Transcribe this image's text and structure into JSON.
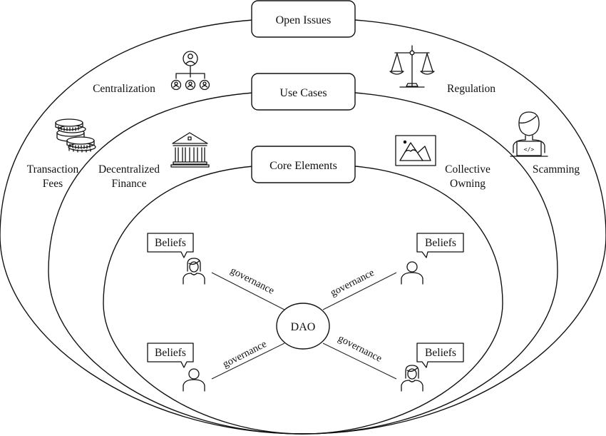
{
  "diagram": {
    "title": "DAO layered overview",
    "layers": [
      {
        "id": "open_issues",
        "label": "Open Issues",
        "items": [
          {
            "label_lines": [
              "Centralization"
            ],
            "icon": "org-hierarchy-icon"
          },
          {
            "label_lines": [
              "Regulation"
            ],
            "icon": "scales-icon"
          },
          {
            "label_lines": [
              "Transaction",
              "Fees"
            ],
            "icon": "coins-icon"
          },
          {
            "label_lines": [
              "Scamming"
            ],
            "icon": "hacker-laptop-icon"
          }
        ]
      },
      {
        "id": "use_cases",
        "label": "Use Cases",
        "items": [
          {
            "label_lines": [
              "Decentralized",
              "Finance"
            ],
            "icon": "bank-building-icon"
          },
          {
            "label_lines": [
              "Collective",
              "Owning"
            ],
            "icon": "landscape-image-icon"
          }
        ]
      },
      {
        "id": "core_elements",
        "label": "Core Elements",
        "center": "DAO",
        "members": [
          {
            "position": "top-left",
            "avatar": "female-user-icon",
            "bubble": "Beliefs",
            "edge_label": "governance"
          },
          {
            "position": "top-right",
            "avatar": "male-user-icon",
            "bubble": "Beliefs",
            "edge_label": "governance"
          },
          {
            "position": "bottom-left",
            "avatar": "male-user-icon",
            "bubble": "Beliefs",
            "edge_label": "governance"
          },
          {
            "position": "bottom-right",
            "avatar": "female-user-icon",
            "bubble": "Beliefs",
            "edge_label": "governance"
          }
        ]
      }
    ]
  }
}
